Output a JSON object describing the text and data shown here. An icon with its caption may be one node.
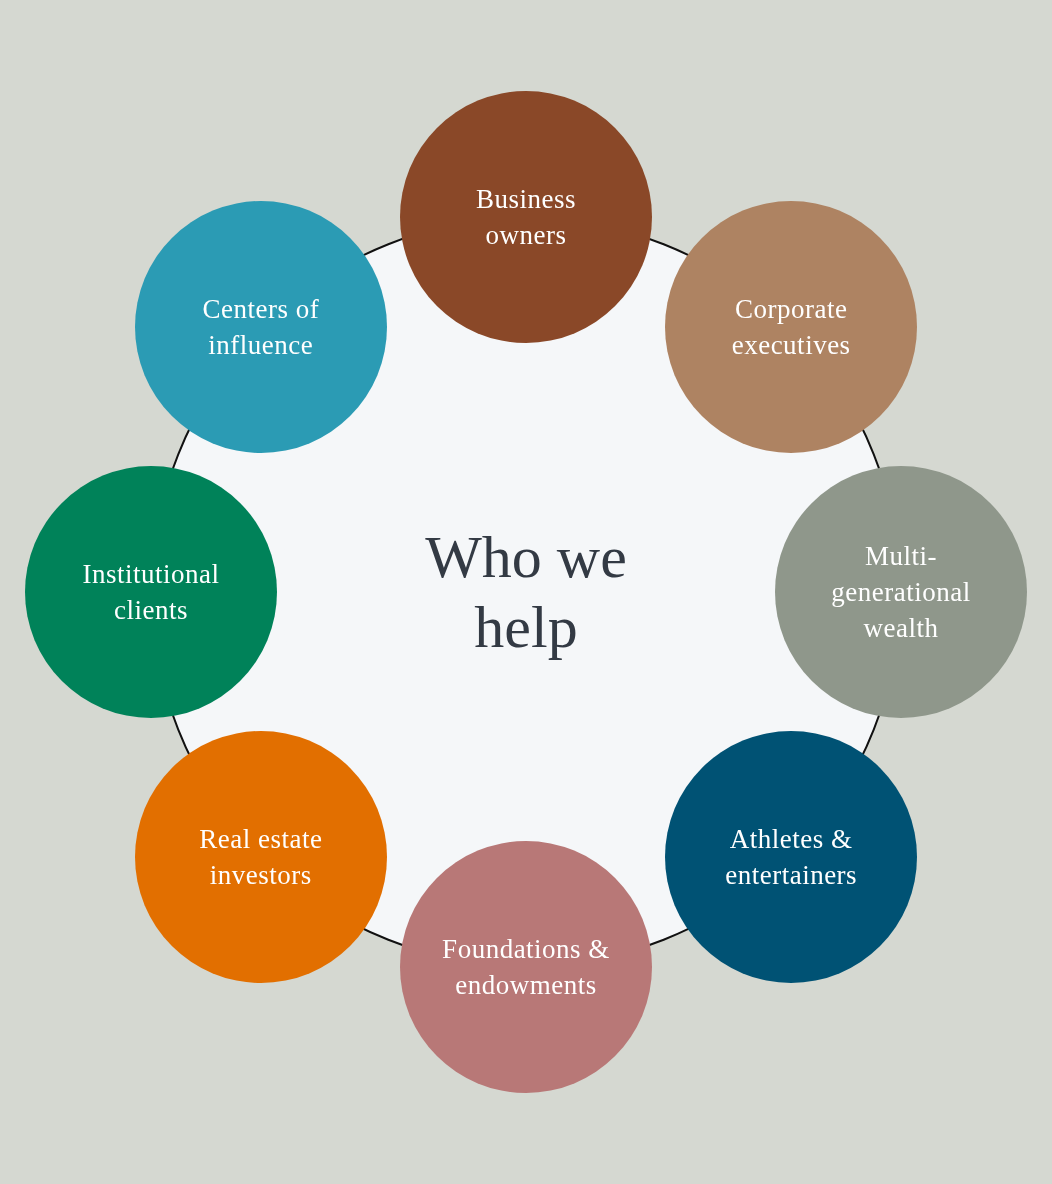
{
  "diagram": {
    "nodes": [
      {
        "text": [
          "Who we help"
        ]
      },
      {
        "text": [
          "Business owners"
        ]
      },
      {
        "text": [
          "Corporate executives"
        ]
      },
      {
        "text": [
          "Multi-generational wealth"
        ]
      },
      {
        "text": [
          "Athletes & entertainers"
        ]
      },
      {
        "text": [
          "Foundations & endowments"
        ]
      },
      {
        "text": [
          "Real estate investors"
        ]
      },
      {
        "text": [
          "Institutional clients"
        ]
      },
      {
        "text": [
          "Centers of influence"
        ]
      }
    ],
    "edges": []
  }
}
